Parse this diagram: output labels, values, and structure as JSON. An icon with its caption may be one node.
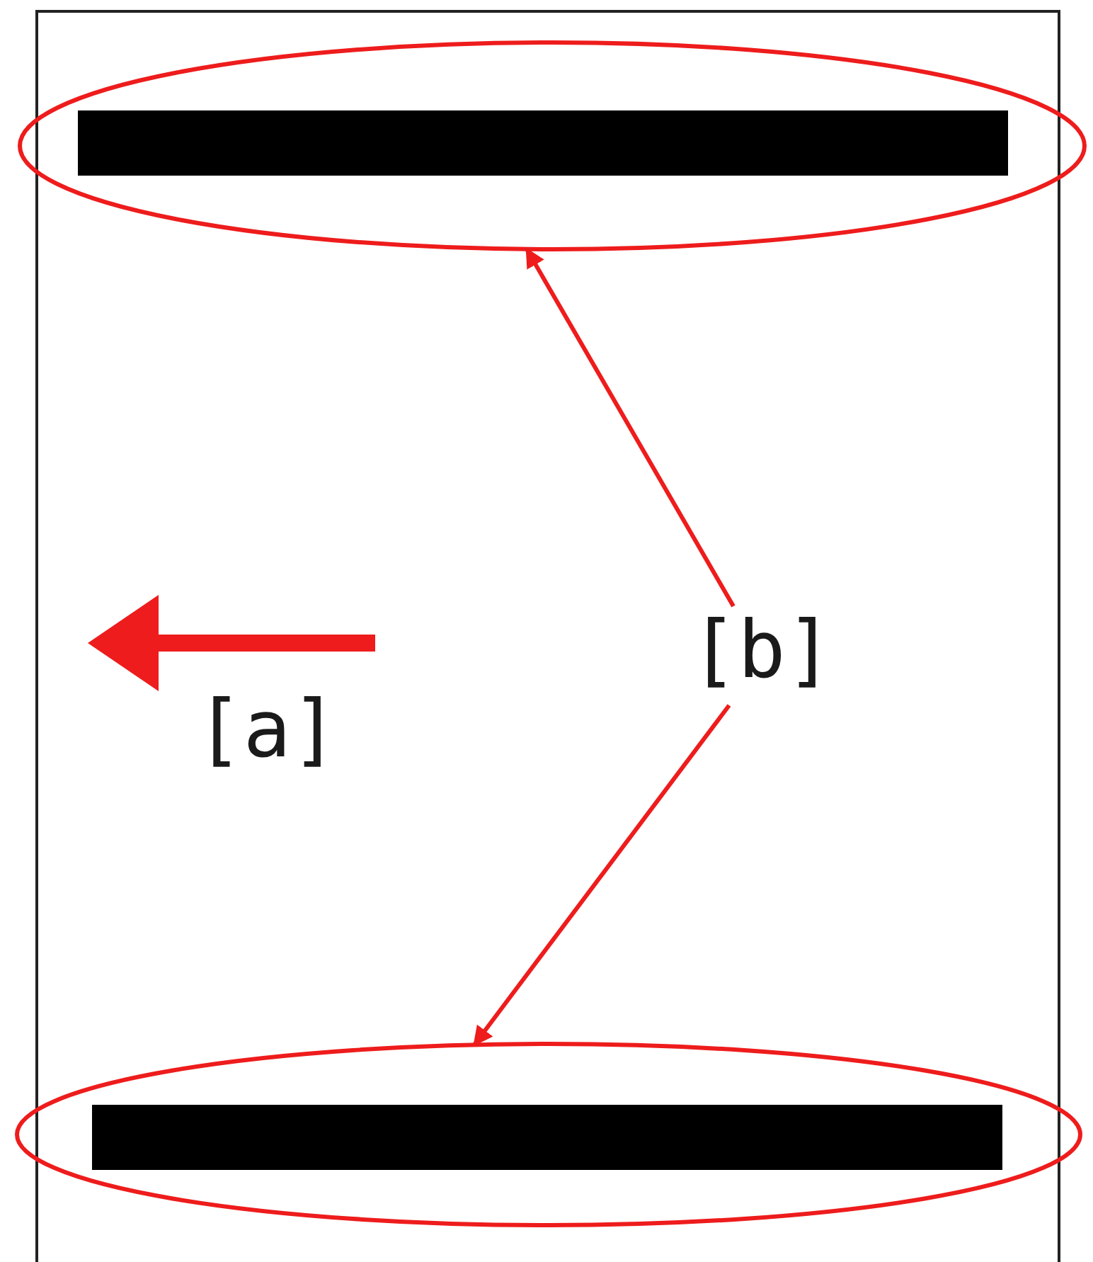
{
  "diagram": {
    "nodes": [
      {
        "text": [],
        "shape": "ellipse"
      },
      {
        "text": [],
        "shape": "bar",
        "in": 0
      },
      {
        "text": [
          "[b]"
        ]
      },
      {
        "text": [],
        "shape": "ellipse"
      },
      {
        "text": [],
        "shape": "bar",
        "in": 3
      }
    ],
    "edges": [
      {
        "from": 2,
        "to": 0,
        "arrow": "to"
      },
      {
        "from": 2,
        "to": 3,
        "arrow": "to"
      }
    ],
    "labels": [
      "[a]"
    ]
  }
}
